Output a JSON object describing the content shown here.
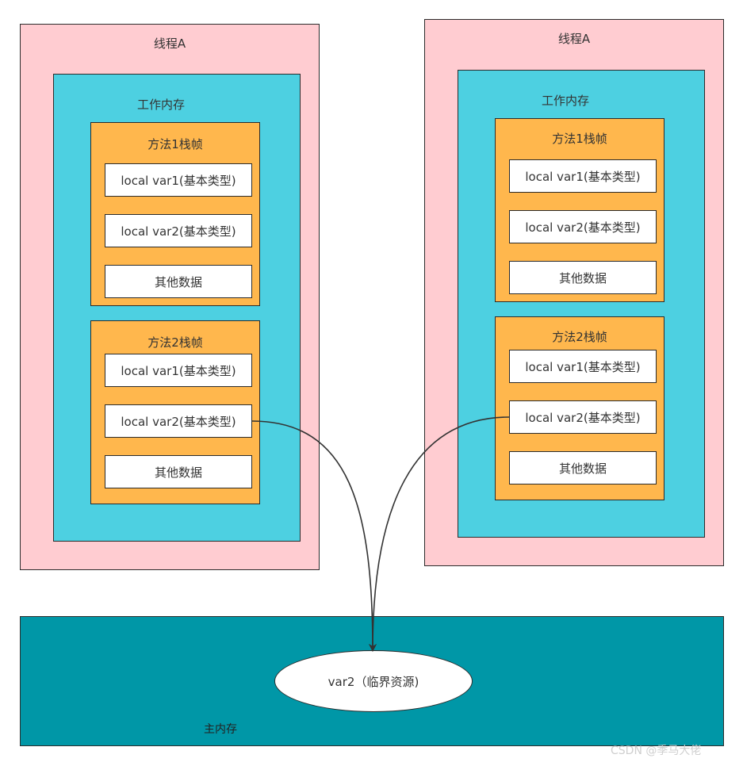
{
  "threads": [
    {
      "title": "线程A",
      "work_memory": "工作内存",
      "frames": [
        {
          "title": "方法1栈帧",
          "vars": [
            "local var1(基本类型)",
            "local var2(基本类型)",
            "其他数据"
          ]
        },
        {
          "title": "方法2栈帧",
          "vars": [
            "local var1(基本类型)",
            "local var2(基本类型)",
            "其他数据"
          ]
        }
      ]
    },
    {
      "title": "线程A",
      "work_memory": "工作内存",
      "frames": [
        {
          "title": "方法1栈帧",
          "vars": [
            "local var1(基本类型)",
            "local var2(基本类型)",
            "其他数据"
          ]
        },
        {
          "title": "方法2栈帧",
          "vars": [
            "local var1(基本类型)",
            "local var2(基本类型)",
            "其他数据"
          ]
        }
      ]
    }
  ],
  "main_memory": {
    "label": "主内存",
    "shared_var": "var2（临界资源)"
  },
  "watermark": "CSDN @季马大佬",
  "colors": {
    "thread_bg": "#FFCCD1",
    "work_memory_bg": "#4DD0E1",
    "frame_bg": "#FFB74D",
    "main_memory_bg": "#0097A7"
  }
}
